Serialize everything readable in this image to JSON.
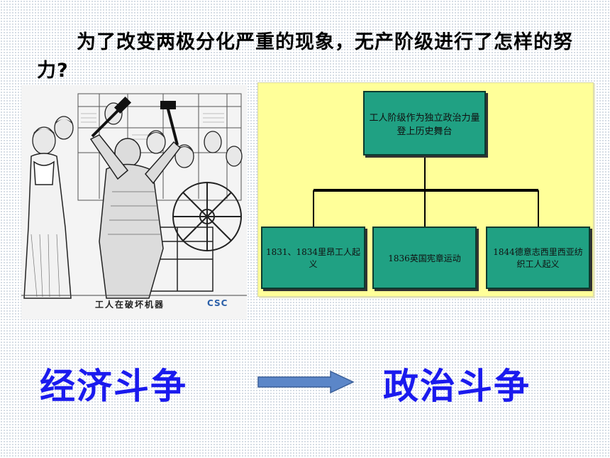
{
  "question": {
    "text": "为了改变两极分化严重的现象，无产阶级进行了怎样的努力?"
  },
  "illustration": {
    "caption": "工人在破坏机器",
    "code": "CSC"
  },
  "org_chart": {
    "root": "工人阶级作为独立政治力量登上历史舞台",
    "children": [
      "1831、1834里昂工人起义",
      "1836英国宪章运动",
      "1844德意志西里西亚纺织工人起义"
    ]
  },
  "conclusion": {
    "from": "经济斗争",
    "to": "政治斗争",
    "arrow_icon": "right-arrow-icon"
  },
  "colors": {
    "accent_blue": "#1a1aee",
    "panel_yellow": "#ffff99",
    "box_teal": "#20a183",
    "arrow_fill": "#5b86c8"
  }
}
